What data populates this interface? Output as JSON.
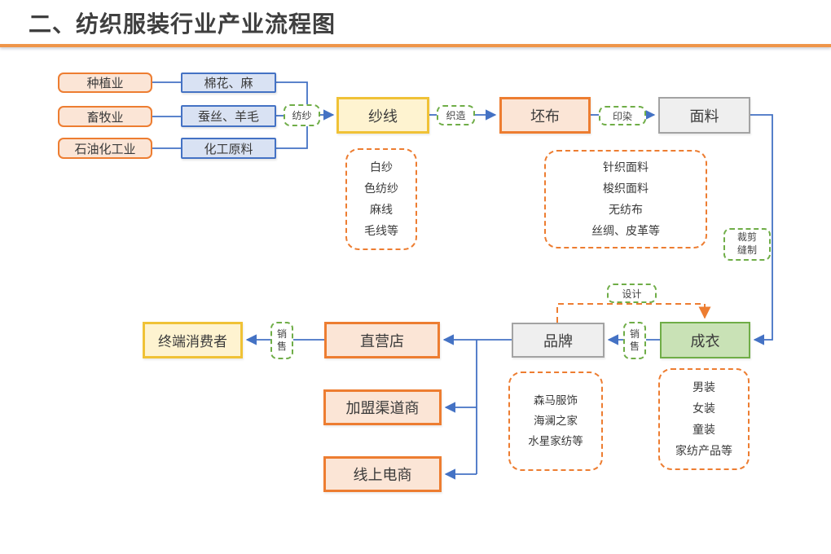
{
  "title": "二、纺织服装行业产业流程图",
  "nodes": {
    "planting": "种植业",
    "husbandry": "畜牧业",
    "petrochem": "石油化工业",
    "cotton_hemp": "棉花、麻",
    "silk_wool": "蚕丝、羊毛",
    "chem_materials": "化工原料",
    "yarn": "纱线",
    "greige": "坯布",
    "fabric": "面料",
    "garment": "成衣",
    "brand": "品牌",
    "direct_store": "直营店",
    "franchise": "加盟渠道商",
    "ecommerce": "线上电商",
    "consumer": "终端消费者"
  },
  "process_labels": {
    "spinning": "纺纱",
    "weaving": "织造",
    "dyeing": "印染",
    "cut_sew": "裁剪缝制",
    "design": "设计",
    "sales_to_brand": "销售",
    "sales_to_consumer": "销售"
  },
  "lists": {
    "yarn_types": [
      "白纱",
      "色纺纱",
      "麻线",
      "毛线等"
    ],
    "fabric_types": [
      "针织面料",
      "梭织面料",
      "无纺布",
      "丝绸、皮革等"
    ],
    "brand_examples": [
      "森马服饰",
      "海澜之家",
      "水星家纺等"
    ],
    "garment_types": [
      "男装",
      "女装",
      "童装",
      "家纺产品等"
    ]
  },
  "colors": {
    "accent_orange": "#ed7d31",
    "accent_blue": "#4472c4",
    "accent_green": "#6fad47",
    "accent_gold": "#f0c236",
    "accent_grey": "#a3a3a3",
    "title_text": "#3f3f3f",
    "title_rule": "#ef9549"
  }
}
